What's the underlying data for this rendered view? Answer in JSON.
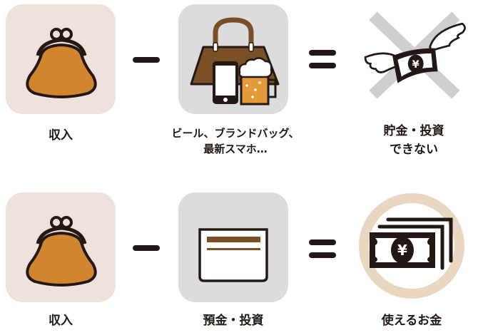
{
  "colors": {
    "tile_pink": "#efe2dc",
    "tile_gray": "#dcdcdc",
    "purse_fill": "#d1852f",
    "bag_brown": "#7b4f25",
    "beer_amber": "#e59a3a",
    "cross_gray": "#cfcfcf",
    "ring_beige": "#ead7c0",
    "ink": "#231815"
  },
  "rows": [
    {
      "items": [
        {
          "icon": "purse-icon",
          "label": "収入"
        },
        {
          "operator": "minus"
        },
        {
          "icon": "bag-phone-beer-icon",
          "label_line1": "ビール、ブランドバッグ、",
          "label_line2": "最新スマホ…"
        },
        {
          "operator": "equals"
        },
        {
          "icon": "flying-money-crossed-icon",
          "label_line1": "貯金・投資",
          "label_line2": "できない"
        }
      ]
    },
    {
      "items": [
        {
          "icon": "purse-icon",
          "label": "収入"
        },
        {
          "operator": "minus"
        },
        {
          "icon": "bankbook-icon",
          "label": "預金・投資"
        },
        {
          "operator": "equals"
        },
        {
          "icon": "banknotes-circle-icon",
          "label": "使えるお金"
        }
      ]
    }
  ],
  "yen_symbol": "¥"
}
